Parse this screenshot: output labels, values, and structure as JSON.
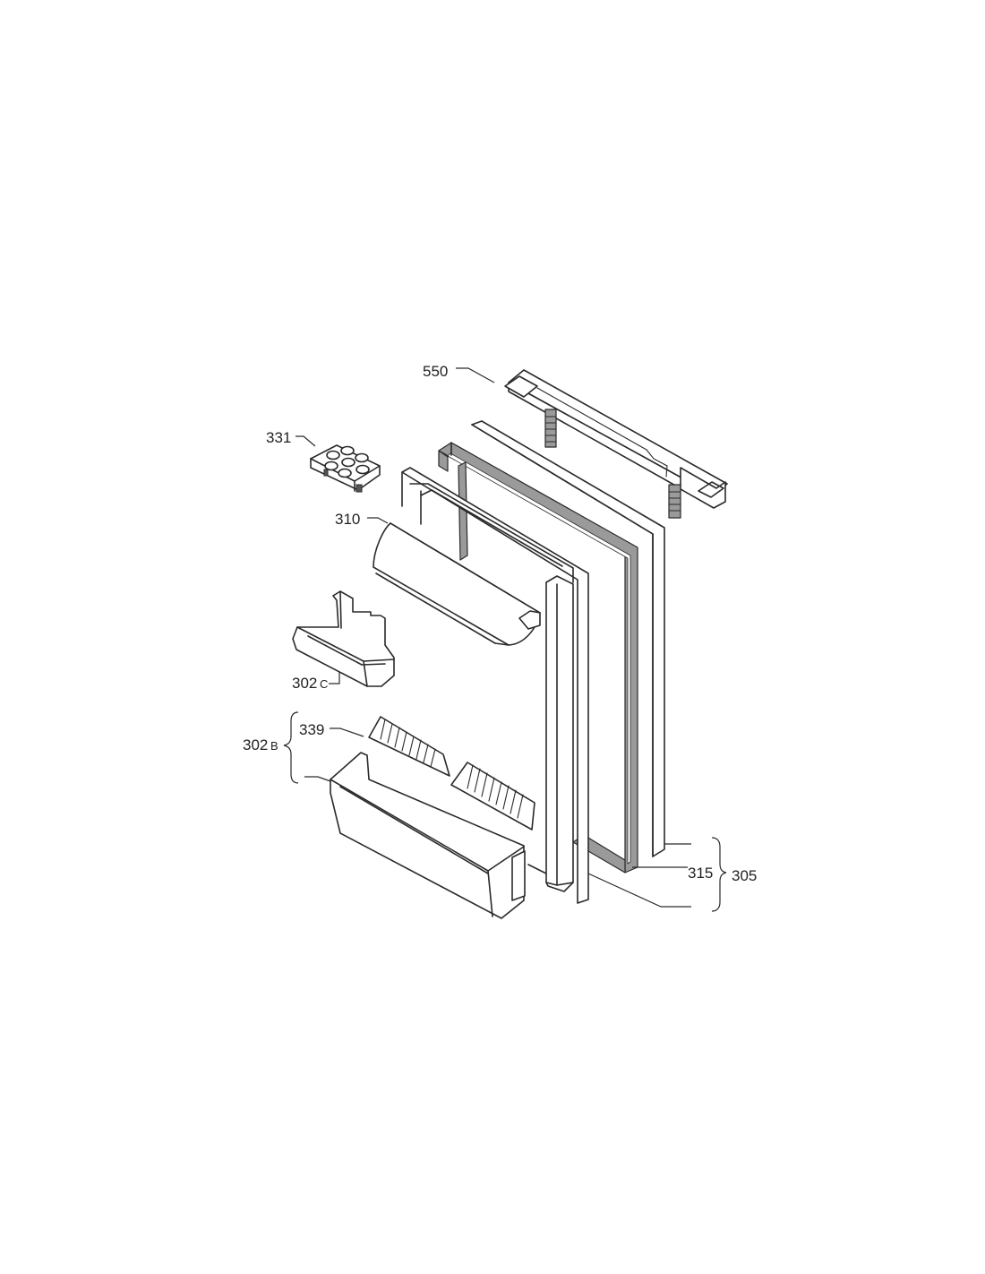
{
  "diagram": {
    "colors": {
      "line": "#2a2a2a",
      "gasket": "#9a9a9a",
      "background": "#ffffff"
    },
    "labels": {
      "p550": "550",
      "p331": "331",
      "p310": "310",
      "p302c_num": "302",
      "p302c_suffix": "C",
      "p302b_num": "302",
      "p302b_suffix": "B",
      "p339": "339",
      "p315": "315",
      "p305": "305"
    }
  }
}
